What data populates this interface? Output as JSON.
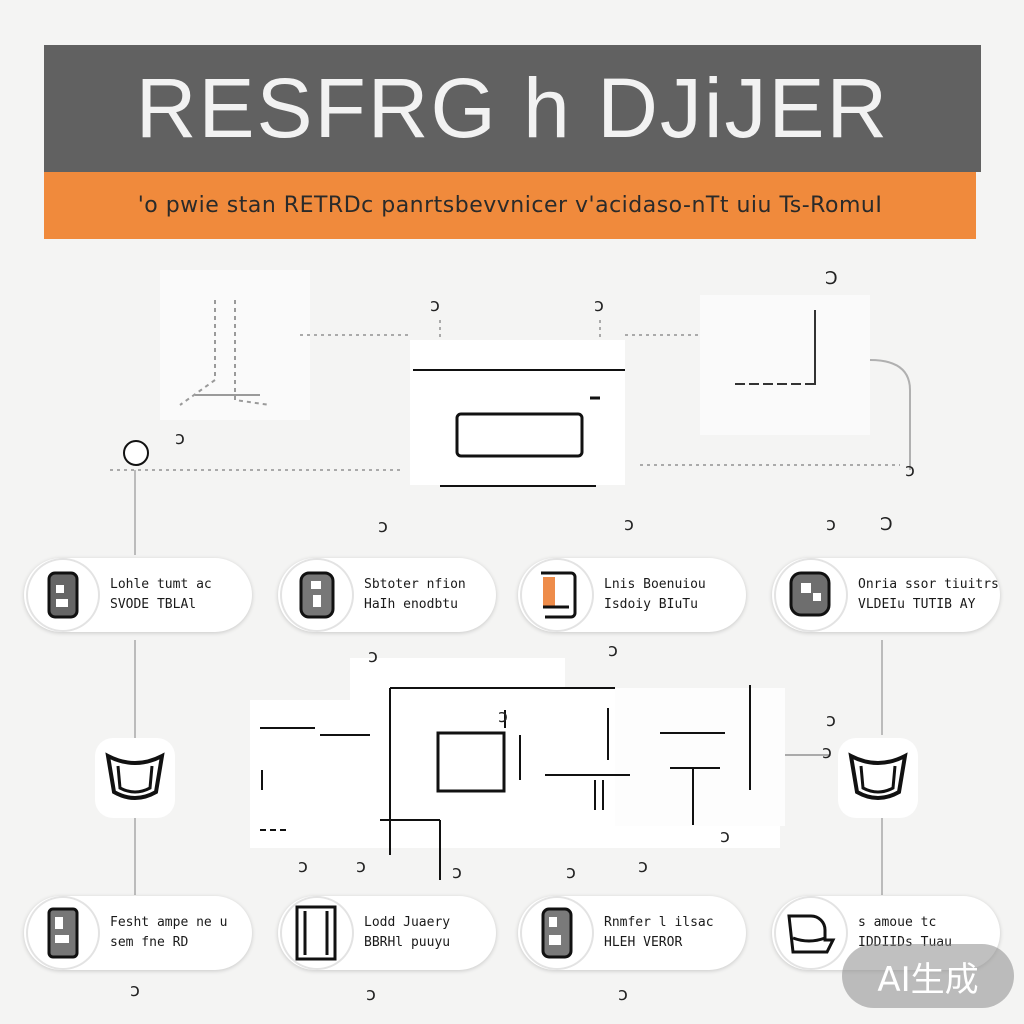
{
  "header": {
    "title": "RESFRG h DJiJER",
    "subtitle": "'o pwie stan RETRDc panrtsbevvnicer v'acidaso-nTt uiu Ts-RomuI"
  },
  "nodes_row1": [
    {
      "line1": "Lohle tumt ac",
      "line2": "SVODE TBLAl"
    },
    {
      "line1": "Sbtoter nfion",
      "line2": "HaIh enodbtu"
    },
    {
      "line1": "Lnis Boenuiou",
      "line2": "Isdoiy BIuTu"
    },
    {
      "line1": "Onria ssor tiuitrs",
      "line2": "VLDEIu TUTIB AY"
    }
  ],
  "nodes_row2": [
    {
      "line1": "Fesht ampe ne u",
      "line2": "sem fne RD"
    },
    {
      "line1": "Lodd Juaery",
      "line2": "BBRHl puuyu"
    },
    {
      "line1": "Rnmfer l ilsac",
      "line2": "HLEH VEROR"
    },
    {
      "line1": "s amoue tc",
      "line2": "IDDIIDs Tuau"
    }
  ],
  "marks": {
    "m1": "ↄ",
    "m2": "ↄ",
    "m3": "Ↄ",
    "m4": "ↄ",
    "m5": "ↄ",
    "m6": "ↄ",
    "m7": "ↄ",
    "m8": "ↄ",
    "m9": "Ↄ",
    "m10": "ↄ",
    "m11": "ↄ",
    "m12": "ↄ",
    "m13": "ↄ",
    "m14": "ↄ",
    "m15": "ↄ",
    "m16": "ↄ",
    "m17": "ↄ",
    "m18": "ↄ",
    "m19": "ↄ",
    "m20": "ↄ",
    "m21": "ↄ",
    "m22": "ↄ",
    "m23": "ↄ"
  },
  "badge": "AI生成",
  "colors": {
    "header_bg": "#616161",
    "subtitle_bg": "#f08a3c",
    "page_bg": "#f4f4f3"
  },
  "icons": [
    "device-icon",
    "cabinet-icon",
    "panel-icon",
    "server-icon",
    "tray-icon",
    "storage-icon",
    "door-icon",
    "bin-icon",
    "cup-icon",
    "cup-icon"
  ]
}
